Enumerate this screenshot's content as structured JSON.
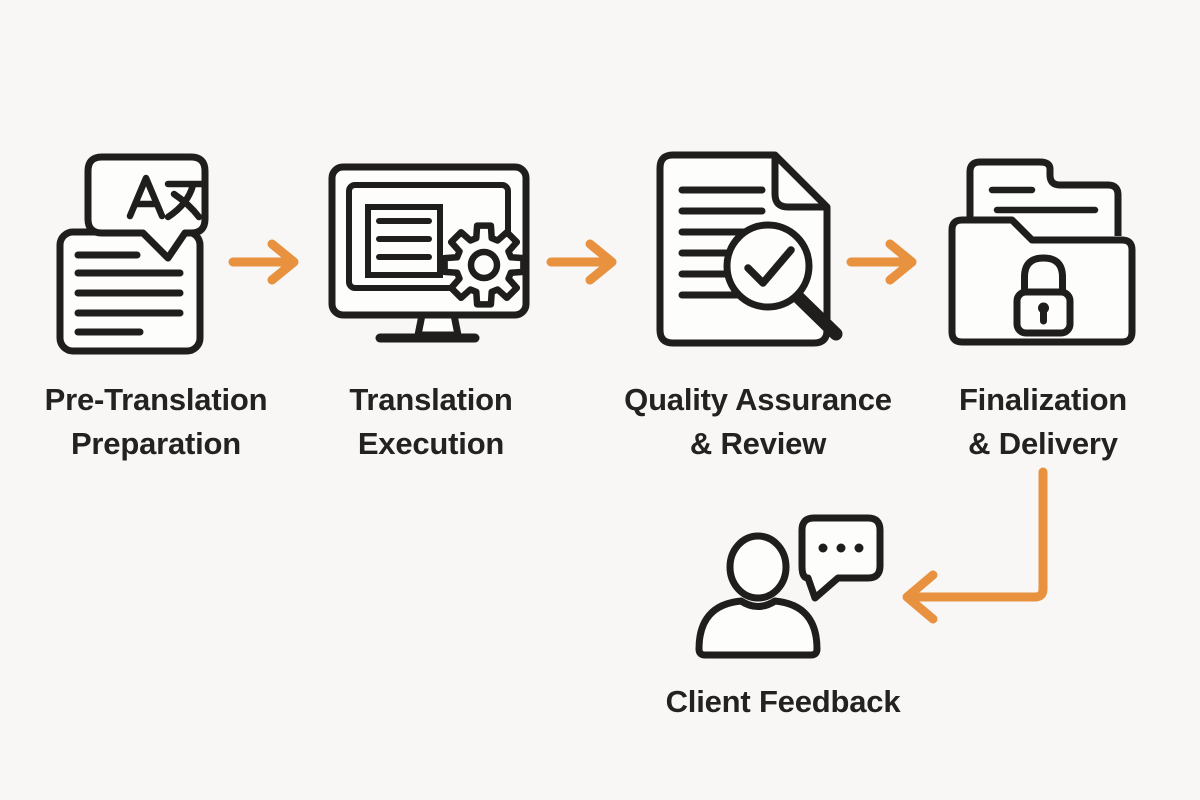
{
  "diagram": {
    "type": "process-flow",
    "title": "",
    "background_color": "#f8f7f5",
    "accent_color": "#e8913f",
    "ink_color": "#1f1e1c",
    "text_color": "#232220",
    "stages": [
      {
        "id": "pre-translation-preparation",
        "icon": "translation-document-icon",
        "icon_desc": "document with speech bubble containing A and CJK character",
        "lines": [
          "Pre-Translation",
          "Preparation"
        ]
      },
      {
        "id": "translation-execution",
        "icon": "monitor-gear-icon",
        "icon_desc": "computer monitor with document and gear",
        "lines": [
          "Translation",
          "Execution"
        ]
      },
      {
        "id": "quality-assurance-review",
        "icon": "document-magnifier-check-icon",
        "icon_desc": "document with magnifying glass and checkmark",
        "lines": [
          "Quality Assurance",
          "& Review"
        ]
      },
      {
        "id": "finalization-delivery",
        "icon": "folder-lock-icon",
        "icon_desc": "folder with padlock and outgoing file",
        "lines": [
          "Finalization",
          "& Delivery"
        ]
      },
      {
        "id": "client-feedback",
        "icon": "person-chat-icon",
        "icon_desc": "person with speech bubble and three dots",
        "lines": [
          "Client Feedback"
        ]
      }
    ],
    "connectors": [
      {
        "from": "pre-translation-preparation",
        "to": "translation-execution",
        "shape": "straight-right"
      },
      {
        "from": "translation-execution",
        "to": "quality-assurance-review",
        "shape": "straight-right"
      },
      {
        "from": "quality-assurance-review",
        "to": "finalization-delivery",
        "shape": "straight-right"
      },
      {
        "from": "finalization-delivery",
        "to": "client-feedback",
        "shape": "down-then-left"
      }
    ]
  }
}
